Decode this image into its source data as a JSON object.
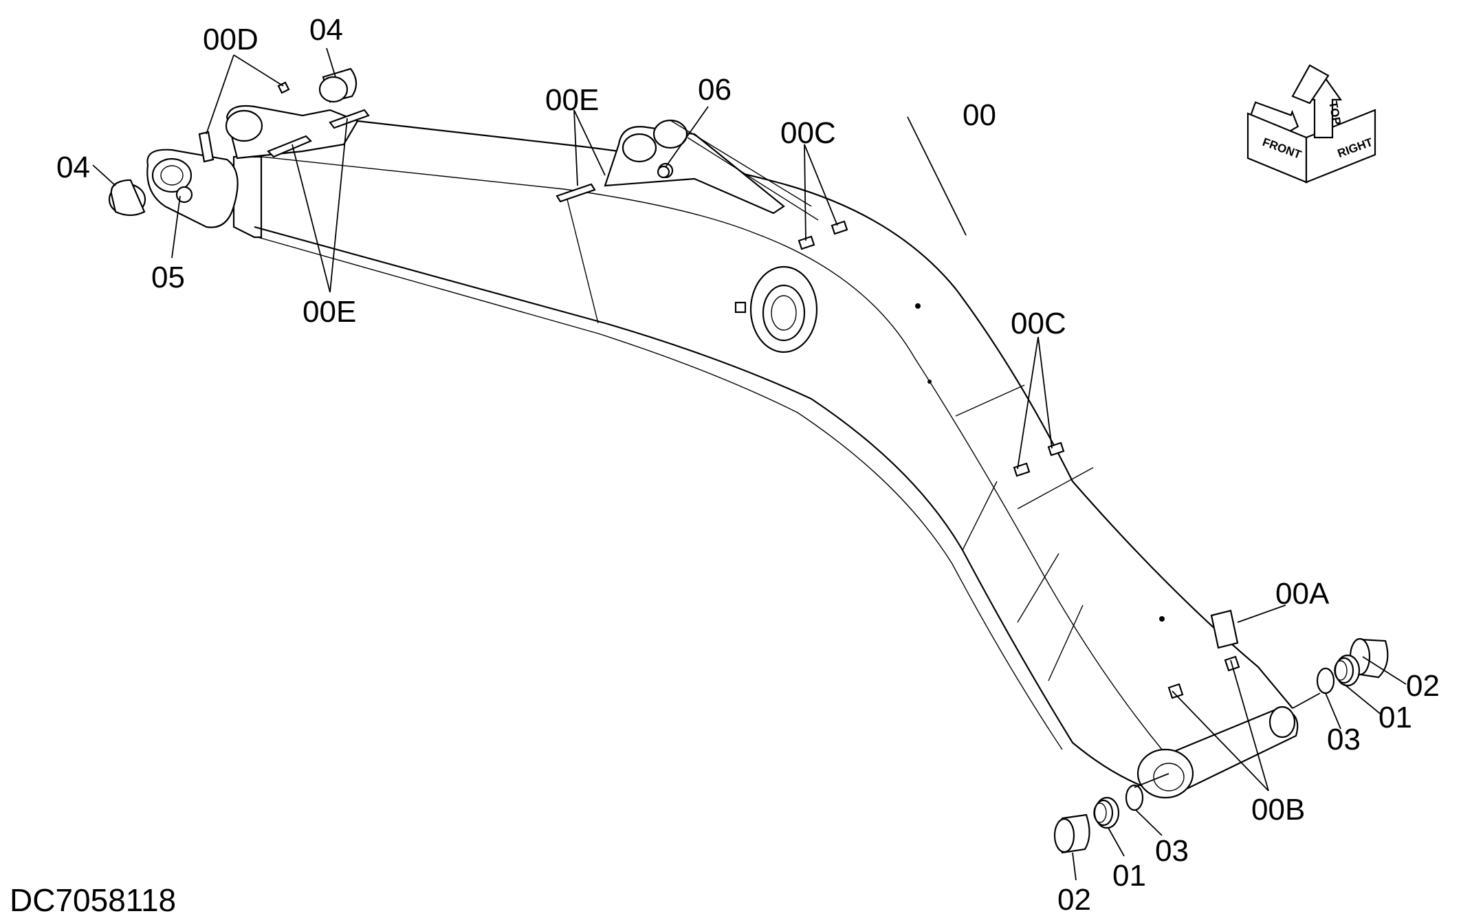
{
  "document_id": "DC7058118",
  "callouts": {
    "c00": "00",
    "c00A": "00A",
    "c00B": "00B",
    "c00C_top": "00C",
    "c00C_mid": "00C",
    "c00D": "00D",
    "c00E_top": "00E",
    "c00E_bottom": "00E",
    "c01_right": "01",
    "c01_bottom": "01",
    "c02_right": "02",
    "c02_bottom": "02",
    "c03_right": "03",
    "c03_bottom": "03",
    "c04_left": "04",
    "c04_top": "04",
    "c05": "05",
    "c06": "06"
  },
  "orientation": {
    "front": "FRONT",
    "top": "TOP",
    "right": "RIGHT"
  }
}
